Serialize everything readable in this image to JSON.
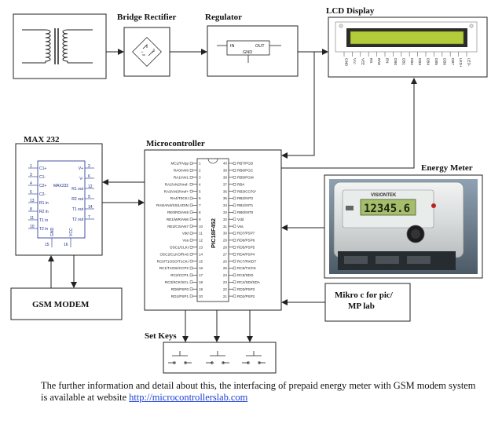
{
  "labels": {
    "bridge": "Bridge Rectifier",
    "regulator": "Regulator",
    "lcd": "LCD Display",
    "max232": "MAX 232",
    "micro": "Microcontroller",
    "energy": "Energy Meter",
    "gsm": "GSM MODEM",
    "mikro": "Mikro c for pic/\nMP lab",
    "setkeys": "Set Keys"
  },
  "regulator_pins": {
    "in": "IN",
    "out": "OUT",
    "gnd": "GND"
  },
  "bridge_signs": {
    "minus": "−",
    "plus": "+"
  },
  "lcd_pins": [
    "GND",
    "Vcc",
    "VEE",
    "RS",
    "R/W",
    "EN",
    "DB0",
    "DB1",
    "DB2",
    "DB3",
    "DB4",
    "DB5",
    "DB6",
    "DB7",
    "LED+",
    "LED-"
  ],
  "max_chip": {
    "title": "MAX232",
    "left_pins": [
      {
        "n": "1",
        "name": "C1+"
      },
      {
        "n": "3",
        "name": "C1-"
      },
      {
        "n": "4",
        "name": "C2+"
      },
      {
        "n": "5",
        "name": "C2-"
      },
      {
        "n": "13",
        "name": "R1 in"
      },
      {
        "n": "8",
        "name": "R2 in"
      },
      {
        "n": "11",
        "name": "T1 in"
      },
      {
        "n": "10",
        "name": "T2 in"
      }
    ],
    "right_pins": [
      {
        "n": "2",
        "name": "V+"
      },
      {
        "n": "6",
        "name": "V-"
      },
      {
        "n": "12",
        "name": "R1 out"
      },
      {
        "n": "9",
        "name": "R2 out"
      },
      {
        "n": "14",
        "name": "T1 out"
      },
      {
        "n": "7",
        "name": "T2 out"
      }
    ],
    "bottom_pins": [
      {
        "n": "15",
        "name": "GND"
      },
      {
        "n": "16",
        "name": "VCC"
      }
    ]
  },
  "pic": {
    "part": "PIC18F452",
    "left_pins": [
      {
        "n": "1",
        "name": "MCLR/Vpp"
      },
      {
        "n": "2",
        "name": "RA0/AN0"
      },
      {
        "n": "3",
        "name": "RA1/AN1"
      },
      {
        "n": "4",
        "name": "RA2/AN2/Vref-"
      },
      {
        "n": "5",
        "name": "RA3/AN3/Vref+"
      },
      {
        "n": "6",
        "name": "RA4/T0CKI"
      },
      {
        "n": "7",
        "name": "RA5/AN4/SS/LVDIN"
      },
      {
        "n": "8",
        "name": "RE0/RD/AN5"
      },
      {
        "n": "9",
        "name": "RE1/WR/AN6"
      },
      {
        "n": "10",
        "name": "RE2/CS/AN7"
      },
      {
        "n": "11",
        "name": "Vdd"
      },
      {
        "n": "12",
        "name": "Vss"
      },
      {
        "n": "13",
        "name": "OSC1/CLKI"
      },
      {
        "n": "14",
        "name": "OSC2/CLKO/RA6"
      },
      {
        "n": "15",
        "name": "RC0/T1OSO/T1CKI"
      },
      {
        "n": "16",
        "name": "RC1/T1OSI/CCP2"
      },
      {
        "n": "17",
        "name": "RC2/CCP1"
      },
      {
        "n": "18",
        "name": "RC3/SCK/SCL"
      },
      {
        "n": "19",
        "name": "RD0/PSP0"
      },
      {
        "n": "20",
        "name": "RD1/PSP1"
      }
    ],
    "right_pins": [
      {
        "n": "40",
        "name": "RB7/PGD"
      },
      {
        "n": "39",
        "name": "RB6/PGC"
      },
      {
        "n": "38",
        "name": "RB5/PGM"
      },
      {
        "n": "37",
        "name": "RB4"
      },
      {
        "n": "36",
        "name": "RB3/CCP2*"
      },
      {
        "n": "35",
        "name": "RB2/INT2"
      },
      {
        "n": "34",
        "name": "RB1/INT1"
      },
      {
        "n": "33",
        "name": "RB0/INT0"
      },
      {
        "n": "32",
        "name": "Vdd"
      },
      {
        "n": "31",
        "name": "Vss"
      },
      {
        "n": "30",
        "name": "RD7/PSP7"
      },
      {
        "n": "29",
        "name": "RD6/PSP6"
      },
      {
        "n": "28",
        "name": "RD5/PSP5"
      },
      {
        "n": "27",
        "name": "RD4/PSP4"
      },
      {
        "n": "26",
        "name": "RC7/RX/DT"
      },
      {
        "n": "25",
        "name": "RC6/TX/CK"
      },
      {
        "n": "24",
        "name": "RC5/SDO"
      },
      {
        "n": "23",
        "name": "RC4/SDI/SDA"
      },
      {
        "n": "22",
        "name": "RD3/PSP3"
      },
      {
        "n": "21",
        "name": "RD2/PSP2"
      }
    ]
  },
  "meter": {
    "brand": "VISIONTEK",
    "reading": "12345.6"
  },
  "caption": {
    "text": "The further information and detail about this, the interfacing of prepaid energy meter with GSM modem system is available at website ",
    "link": "http://microcontrollerslab.com"
  }
}
